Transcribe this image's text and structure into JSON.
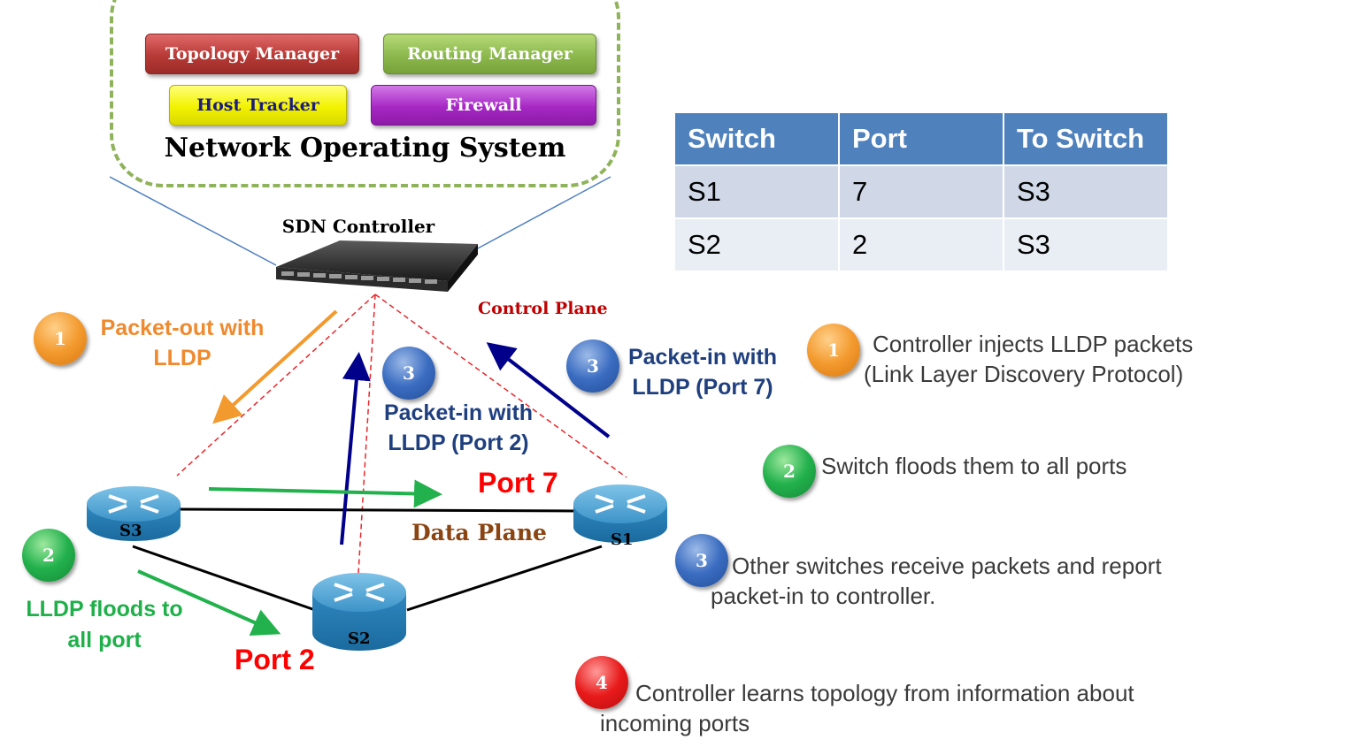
{
  "nos": {
    "apps": [
      "Topology Manager",
      "Routing  Manager",
      "Host Tracker",
      "Firewall"
    ],
    "title": "Network Operating System"
  },
  "controller": {
    "label": "SDN Controller"
  },
  "table": {
    "headers": [
      "Switch",
      "Port",
      "To Switch"
    ],
    "rows": [
      [
        "S1",
        "7",
        "S3"
      ],
      [
        "S2",
        "2",
        "S3"
      ]
    ]
  },
  "diagram": {
    "control_plane": "Control Plane",
    "data_plane": "Data Plane",
    "switches": [
      "S1",
      "S2",
      "S3"
    ],
    "port7": "Port 7",
    "port2": "Port 2",
    "packet_out": [
      "Packet-out with",
      "LLDP"
    ],
    "packet_in_2": [
      "Packet-in with",
      "LLDP (Port 2)"
    ],
    "packet_in_7": [
      "Packet-in with",
      "LLDP (Port 7)"
    ],
    "lldp_floods": [
      "LLDP floods to",
      "all port"
    ],
    "badges": {
      "one": "1",
      "two": "2",
      "three": "3",
      "four": "4"
    }
  },
  "steps": [
    {
      "num": "1",
      "lines": [
        "Controller injects LLDP packets",
        "(Link Layer Discovery Protocol)"
      ]
    },
    {
      "num": "2",
      "lines": [
        "Switch floods them to all ports"
      ]
    },
    {
      "num": "3",
      "lines": [
        "Other switches receive packets and report",
        "packet-in to controller."
      ]
    },
    {
      "num": "4",
      "lines": [
        "Controller learns topology from information about",
        "incoming ports"
      ]
    }
  ],
  "colors": {
    "orange": "#f39a2e",
    "green": "#22b14c",
    "blue": "#3a6cc0",
    "red": "#e81a1a",
    "navy": "#00008b"
  }
}
